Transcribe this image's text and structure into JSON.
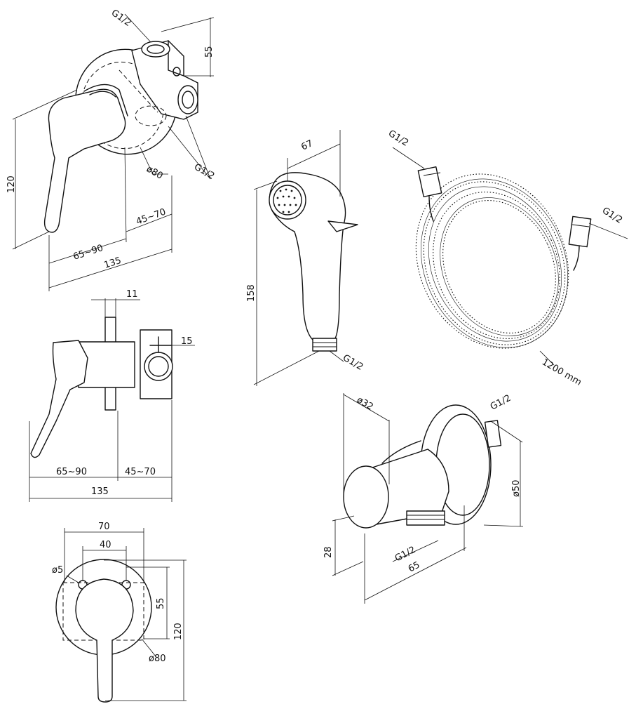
{
  "labels": {
    "mixer_iso_inlet_top": "G1/2",
    "mixer_iso_height": "55",
    "mixer_iso_total_height": "120",
    "mixer_iso_inlet_side": "G1/2",
    "mixer_iso_diameter": "ø80",
    "mixer_iso_depth_front": "65~90",
    "mixer_iso_depth_back": "45~70",
    "mixer_iso_depth_total": "135",
    "side_plate_thickness": "11",
    "side_inlet_size": "15",
    "side_depth_front": "65~90",
    "side_depth_back": "45~70",
    "side_depth_total": "135",
    "front_width_outer": "70",
    "front_width_inner": "40",
    "front_hole_diameter": "ø5",
    "front_hole_spacing": "55",
    "front_total_height": "120",
    "front_plate_diameter": "ø80",
    "sprayer_width": "67",
    "sprayer_length": "158",
    "sprayer_thread": "G1/2",
    "hose_thread_left": "G1/2",
    "hose_thread_right": "G1/2",
    "hose_length": "1200 mm",
    "holder_diameter_small": "ø32",
    "holder_thread_top": "G1/2",
    "holder_diameter_large": "ø50",
    "holder_height": "28",
    "holder_thread_bottom": "G1/2",
    "holder_depth": "65"
  }
}
